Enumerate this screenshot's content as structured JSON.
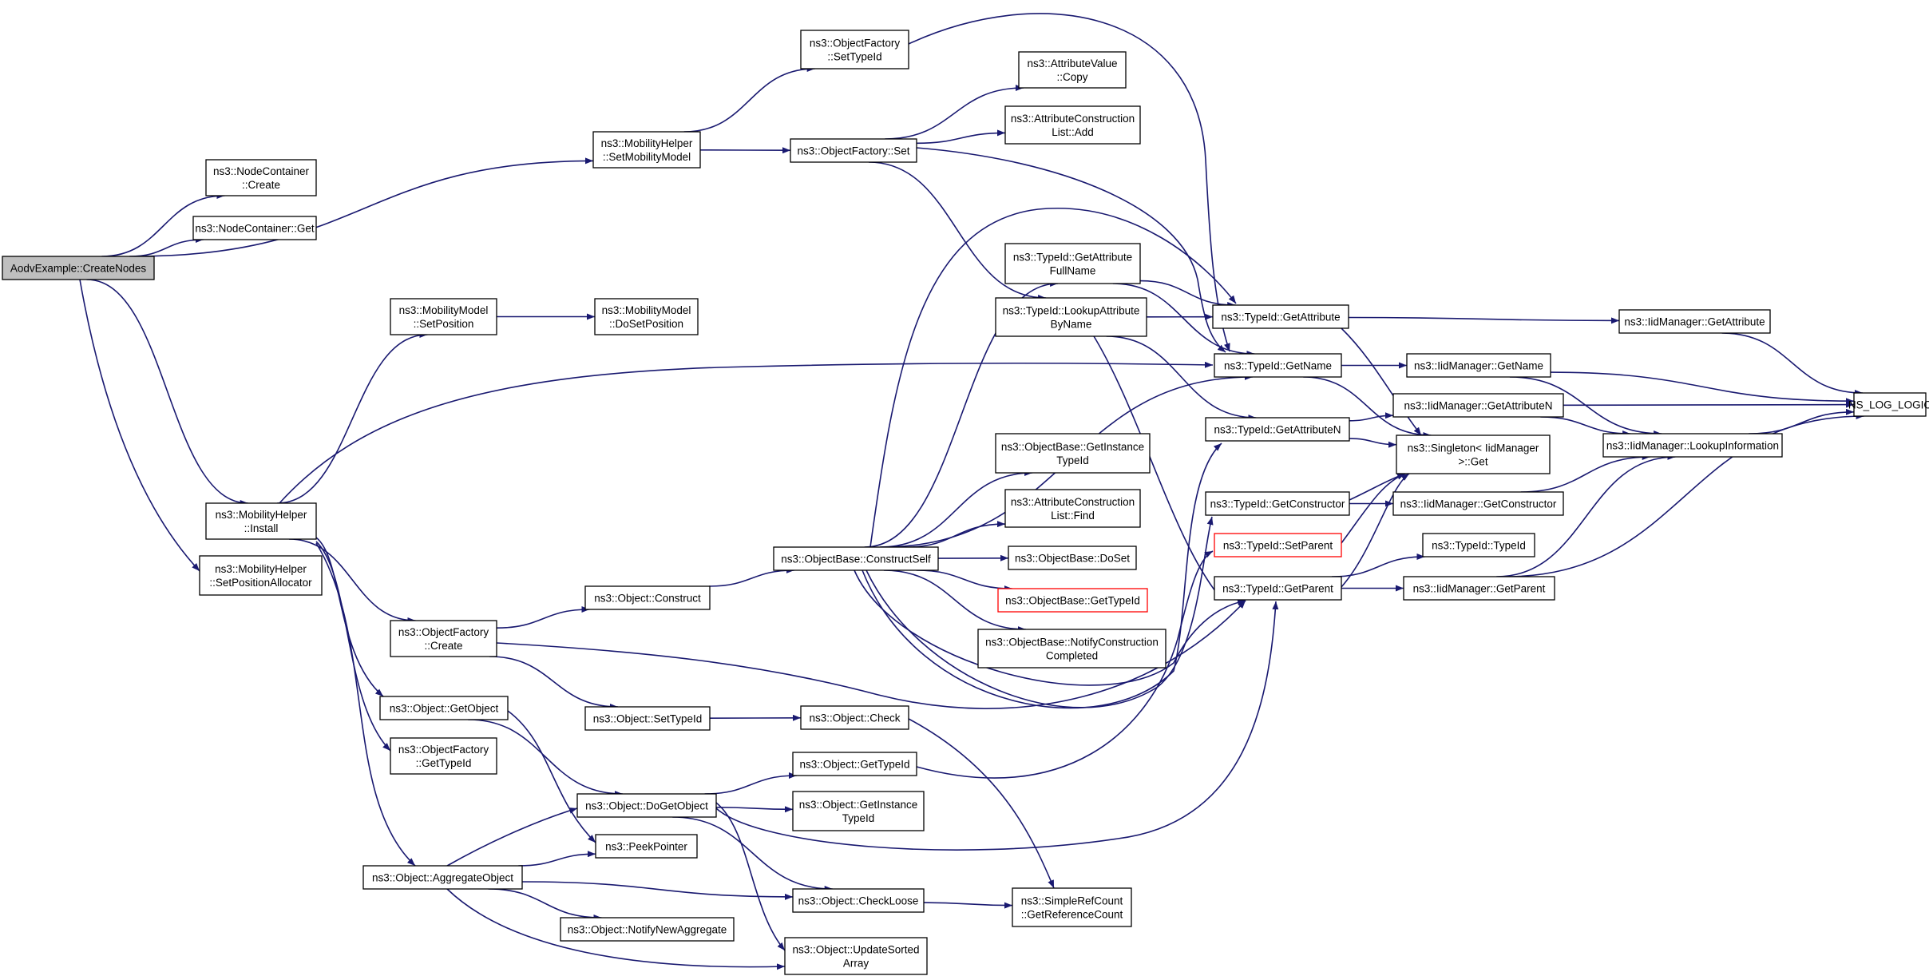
{
  "colors": {
    "edge": "#191970",
    "node_border": "#000000",
    "root_fill": "#bfbfbf",
    "truncated_border": "#ff0000"
  },
  "nodes": [
    {
      "id": "aodv_createnodes",
      "lines": [
        "AodvExample::CreateNodes"
      ],
      "style": "root"
    },
    {
      "id": "nodecontainer_create",
      "lines": [
        "ns3::NodeContainer",
        "::Create"
      ]
    },
    {
      "id": "nodecontainer_get",
      "lines": [
        "ns3::NodeContainer::Get"
      ]
    },
    {
      "id": "mobilityhelper_setmobilitymodel",
      "lines": [
        "ns3::MobilityHelper",
        "::SetMobilityModel"
      ]
    },
    {
      "id": "mobilityhelper_install",
      "lines": [
        "ns3::MobilityHelper",
        "::Install"
      ]
    },
    {
      "id": "mobilityhelper_setpositionallocator",
      "lines": [
        "ns3::MobilityHelper",
        "::SetPositionAllocator"
      ]
    },
    {
      "id": "objectfactory_settypeid",
      "lines": [
        "ns3::ObjectFactory",
        "::SetTypeId"
      ]
    },
    {
      "id": "objectfactory_set",
      "lines": [
        "ns3::ObjectFactory::Set"
      ]
    },
    {
      "id": "attributevalue_copy",
      "lines": [
        "ns3::AttributeValue",
        "::Copy"
      ]
    },
    {
      "id": "attributeconstructionlist_add",
      "lines": [
        "ns3::AttributeConstruction",
        "List::Add"
      ]
    },
    {
      "id": "typeid_getattributefullname",
      "lines": [
        "ns3::TypeId::GetAttribute",
        "FullName"
      ]
    },
    {
      "id": "typeid_lookupattributebyname",
      "lines": [
        "ns3::TypeId::LookupAttribute",
        "ByName"
      ]
    },
    {
      "id": "typeid_getattribute",
      "lines": [
        "ns3::TypeId::GetAttribute"
      ]
    },
    {
      "id": "iidmanager_getattribute",
      "lines": [
        "ns3::IidManager::GetAttribute"
      ]
    },
    {
      "id": "typeid_getname",
      "lines": [
        "ns3::TypeId::GetName"
      ]
    },
    {
      "id": "iidmanager_getname",
      "lines": [
        "ns3::IidManager::GetName"
      ]
    },
    {
      "id": "ns_log_logic",
      "lines": [
        "NS_LOG_LOGIC"
      ]
    },
    {
      "id": "iidmanager_getattributen",
      "lines": [
        "ns3::IidManager::GetAttributeN"
      ]
    },
    {
      "id": "typeid_getattributen",
      "lines": [
        "ns3::TypeId::GetAttributeN"
      ]
    },
    {
      "id": "singleton_get",
      "lines": [
        "ns3::Singleton< IidManager",
        ">::Get"
      ]
    },
    {
      "id": "iidmanager_lookupinformation",
      "lines": [
        "ns3::IidManager::LookupInformation"
      ]
    },
    {
      "id": "mobilitymodel_setposition",
      "lines": [
        "ns3::MobilityModel",
        "::SetPosition"
      ]
    },
    {
      "id": "mobilitymodel_dosetposition",
      "lines": [
        "ns3::MobilityModel",
        "::DoSetPosition"
      ]
    },
    {
      "id": "objectbase_getinstancetypeid",
      "lines": [
        "ns3::ObjectBase::GetInstance",
        "TypeId"
      ]
    },
    {
      "id": "attributeconstructionlist_find",
      "lines": [
        "ns3::AttributeConstruction",
        "List::Find"
      ]
    },
    {
      "id": "typeid_getconstructor",
      "lines": [
        "ns3::TypeId::GetConstructor"
      ]
    },
    {
      "id": "iidmanager_getconstructor",
      "lines": [
        "ns3::IidManager::GetConstructor"
      ]
    },
    {
      "id": "typeid_setparent",
      "lines": [
        "ns3::TypeId::SetParent"
      ],
      "style": "red"
    },
    {
      "id": "typeid_typeid",
      "lines": [
        "ns3::TypeId::TypeId"
      ]
    },
    {
      "id": "objectbase_constructself",
      "lines": [
        "ns3::ObjectBase::ConstructSelf"
      ]
    },
    {
      "id": "objectbase_doset",
      "lines": [
        "ns3::ObjectBase::DoSet"
      ]
    },
    {
      "id": "typeid_getparent",
      "lines": [
        "ns3::TypeId::GetParent"
      ]
    },
    {
      "id": "iidmanager_getparent",
      "lines": [
        "ns3::IidManager::GetParent"
      ]
    },
    {
      "id": "object_construct",
      "lines": [
        "ns3::Object::Construct"
      ]
    },
    {
      "id": "objectbase_gettypeid",
      "lines": [
        "ns3::ObjectBase::GetTypeId"
      ],
      "style": "red"
    },
    {
      "id": "objectfactory_create",
      "lines": [
        "ns3::ObjectFactory",
        "::Create"
      ]
    },
    {
      "id": "objectbase_notifyconstructioncompleted",
      "lines": [
        "ns3::ObjectBase::NotifyConstruction",
        "Completed"
      ]
    },
    {
      "id": "object_getobject",
      "lines": [
        "ns3::Object::GetObject"
      ]
    },
    {
      "id": "object_settypeid",
      "lines": [
        "ns3::Object::SetTypeId"
      ]
    },
    {
      "id": "object_check",
      "lines": [
        "ns3::Object::Check"
      ]
    },
    {
      "id": "objectfactory_gettypeid",
      "lines": [
        "ns3::ObjectFactory",
        "::GetTypeId"
      ]
    },
    {
      "id": "object_gettypeid",
      "lines": [
        "ns3::Object::GetTypeId"
      ]
    },
    {
      "id": "object_dogetobject",
      "lines": [
        "ns3::Object::DoGetObject"
      ]
    },
    {
      "id": "object_getinstancetypeid",
      "lines": [
        "ns3::Object::GetInstance",
        "TypeId"
      ]
    },
    {
      "id": "peekpointer",
      "lines": [
        "ns3::PeekPointer"
      ]
    },
    {
      "id": "object_aggregateobject",
      "lines": [
        "ns3::Object::AggregateObject"
      ]
    },
    {
      "id": "object_checkloose",
      "lines": [
        "ns3::Object::CheckLoose"
      ]
    },
    {
      "id": "simplerefcount_getreferencecount",
      "lines": [
        "ns3::SimpleRefCount",
        "::GetReferenceCount"
      ]
    },
    {
      "id": "object_notifynewaggregate",
      "lines": [
        "ns3::Object::NotifyNewAggregate"
      ]
    },
    {
      "id": "object_updatesortedarray",
      "lines": [
        "ns3::Object::UpdateSorted",
        "Array"
      ]
    }
  ],
  "edges": [
    [
      "aodv_createnodes",
      "nodecontainer_create"
    ],
    [
      "aodv_createnodes",
      "nodecontainer_get"
    ],
    [
      "aodv_createnodes",
      "mobilityhelper_setmobilitymodel"
    ],
    [
      "aodv_createnodes",
      "mobilityhelper_install"
    ],
    [
      "aodv_createnodes",
      "mobilityhelper_setpositionallocator"
    ],
    [
      "mobilityhelper_setmobilitymodel",
      "objectfactory_settypeid"
    ],
    [
      "mobilityhelper_setmobilitymodel",
      "objectfactory_set"
    ],
    [
      "objectfactory_settypeid",
      "typeid_getname"
    ],
    [
      "objectfactory_set",
      "attributevalue_copy"
    ],
    [
      "objectfactory_set",
      "attributeconstructionlist_add"
    ],
    [
      "objectfactory_set",
      "typeid_lookupattributebyname"
    ],
    [
      "objectfactory_set",
      "typeid_getname"
    ],
    [
      "typeid_getattributefullname",
      "typeid_getattribute"
    ],
    [
      "typeid_getattributefullname",
      "typeid_getname"
    ],
    [
      "typeid_lookupattributebyname",
      "typeid_getattribute"
    ],
    [
      "typeid_lookupattributebyname",
      "typeid_getattributen"
    ],
    [
      "typeid_lookupattributebyname",
      "typeid_getparent"
    ],
    [
      "typeid_getattribute",
      "iidmanager_getattribute"
    ],
    [
      "typeid_getattribute",
      "singleton_get"
    ],
    [
      "iidmanager_getattribute",
      "ns_log_logic"
    ],
    [
      "typeid_getname",
      "iidmanager_getname"
    ],
    [
      "typeid_getname",
      "singleton_get"
    ],
    [
      "iidmanager_getname",
      "ns_log_logic"
    ],
    [
      "iidmanager_getname",
      "iidmanager_lookupinformation"
    ],
    [
      "typeid_getattributen",
      "iidmanager_getattributen"
    ],
    [
      "typeid_getattributen",
      "singleton_get"
    ],
    [
      "iidmanager_getattributen",
      "ns_log_logic"
    ],
    [
      "iidmanager_getattributen",
      "iidmanager_lookupinformation"
    ],
    [
      "iidmanager_lookupinformation",
      "ns_log_logic"
    ],
    [
      "mobilityhelper_install",
      "mobilitymodel_setposition"
    ],
    [
      "mobilityhelper_install",
      "typeid_getname"
    ],
    [
      "mobilityhelper_install",
      "objectfactory_create"
    ],
    [
      "mobilityhelper_install",
      "object_getobject"
    ],
    [
      "mobilityhelper_install",
      "objectfactory_gettypeid"
    ],
    [
      "mobilityhelper_install",
      "object_aggregateobject"
    ],
    [
      "mobilitymodel_setposition",
      "mobilitymodel_dosetposition"
    ],
    [
      "objectbase_constructself",
      "typeid_getattributefullname"
    ],
    [
      "objectbase_constructself",
      "typeid_getattribute"
    ],
    [
      "objectbase_constructself",
      "typeid_getname"
    ],
    [
      "objectbase_constructself",
      "objectbase_getinstancetypeid"
    ],
    [
      "objectbase_constructself",
      "attributeconstructionlist_find"
    ],
    [
      "objectbase_constructself",
      "objectbase_doset"
    ],
    [
      "objectbase_constructself",
      "objectbase_gettypeid"
    ],
    [
      "objectbase_constructself",
      "objectbase_notifyconstructioncompleted"
    ],
    [
      "objectbase_constructself",
      "typeid_getconstructor"
    ],
    [
      "objectbase_constructself",
      "typeid_getattributen"
    ],
    [
      "objectbase_constructself",
      "typeid_getparent"
    ],
    [
      "typeid_getconstructor",
      "iidmanager_getconstructor"
    ],
    [
      "typeid_getconstructor",
      "singleton_get"
    ],
    [
      "iidmanager_getconstructor",
      "iidmanager_lookupinformation"
    ],
    [
      "typeid_setparent",
      "singleton_get"
    ],
    [
      "typeid_getparent",
      "typeid_typeid"
    ],
    [
      "typeid_getparent",
      "iidmanager_getparent"
    ],
    [
      "typeid_getparent",
      "singleton_get"
    ],
    [
      "iidmanager_getparent",
      "ns_log_logic"
    ],
    [
      "iidmanager_getparent",
      "iidmanager_lookupinformation"
    ],
    [
      "objectfactory_create",
      "object_construct"
    ],
    [
      "objectfactory_create",
      "object_settypeid"
    ],
    [
      "objectfactory_create",
      "typeid_getparent"
    ],
    [
      "object_construct",
      "objectbase_constructself"
    ],
    [
      "object_settypeid",
      "object_check"
    ],
    [
      "object_check",
      "simplerefcount_getreferencecount"
    ],
    [
      "object_getobject",
      "object_dogetobject"
    ],
    [
      "object_getobject",
      "peekpointer"
    ],
    [
      "object_dogetobject",
      "object_gettypeid"
    ],
    [
      "object_dogetobject",
      "object_getinstancetypeid"
    ],
    [
      "object_dogetobject",
      "typeid_getparent"
    ],
    [
      "object_dogetobject",
      "object_checkloose"
    ],
    [
      "object_dogetobject",
      "object_updatesortedarray"
    ],
    [
      "object_gettypeid",
      "typeid_setparent"
    ],
    [
      "object_aggregateobject",
      "object_dogetobject"
    ],
    [
      "object_aggregateobject",
      "peekpointer"
    ],
    [
      "object_aggregateobject",
      "object_checkloose"
    ],
    [
      "object_aggregateobject",
      "object_notifynewaggregate"
    ],
    [
      "object_aggregateobject",
      "object_updatesortedarray"
    ],
    [
      "object_checkloose",
      "simplerefcount_getreferencecount"
    ]
  ]
}
